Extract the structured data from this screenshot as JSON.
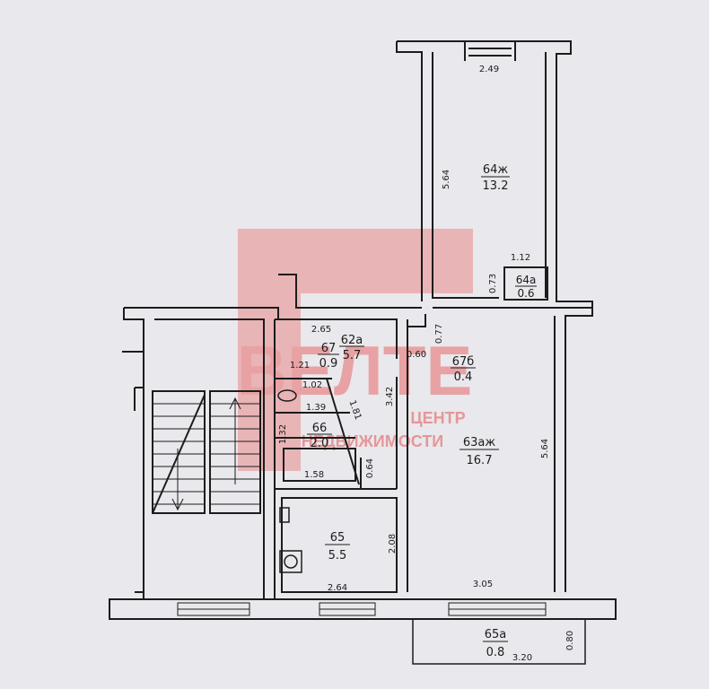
{
  "watermark": {
    "brand": "ВЕЛТЕ",
    "line1": "ЦЕНТР",
    "line2": "НЕДВИЖИМОСТИ",
    "color": "#e86a6a"
  },
  "colors": {
    "paper": "#e9e8ec",
    "ink": "#1c1c1c"
  },
  "rooms": [
    {
      "id": "64zh",
      "number": "64ж",
      "area": "13.2"
    },
    {
      "id": "64a",
      "number": "64а",
      "area": "0.6"
    },
    {
      "id": "62a",
      "number": "62а",
      "area": "5.7"
    },
    {
      "id": "67",
      "number": "67",
      "area": "0.9"
    },
    {
      "id": "67b",
      "number": "67б",
      "area": "0.4"
    },
    {
      "id": "66",
      "number": "66",
      "area": "2.0"
    },
    {
      "id": "63azh",
      "number": "63аж",
      "area": "16.7"
    },
    {
      "id": "65",
      "number": "65",
      "area": "5.5"
    },
    {
      "id": "65a",
      "number": "65а",
      "area": "0.8"
    }
  ],
  "dimensions": {
    "top_width": "2.49",
    "room64_depth": "5.64",
    "balcony64_width": "1.12",
    "balcony64_depth": "0.73",
    "corridor_width": "2.65",
    "b67_depth": "0.77",
    "d067": "0.60",
    "d121": "1.21",
    "d102": "1.02",
    "d342": "3.42",
    "d139": "1.39",
    "d181": "1.81",
    "d132": "1.32",
    "d064": "0.64",
    "d158": "1.58",
    "room63_depth": "5.64",
    "room65_depth": "2.08",
    "room65_width": "2.64",
    "room63_width": "3.05",
    "balcony65_width": "3.20",
    "balcony65_depth": "0.80"
  }
}
